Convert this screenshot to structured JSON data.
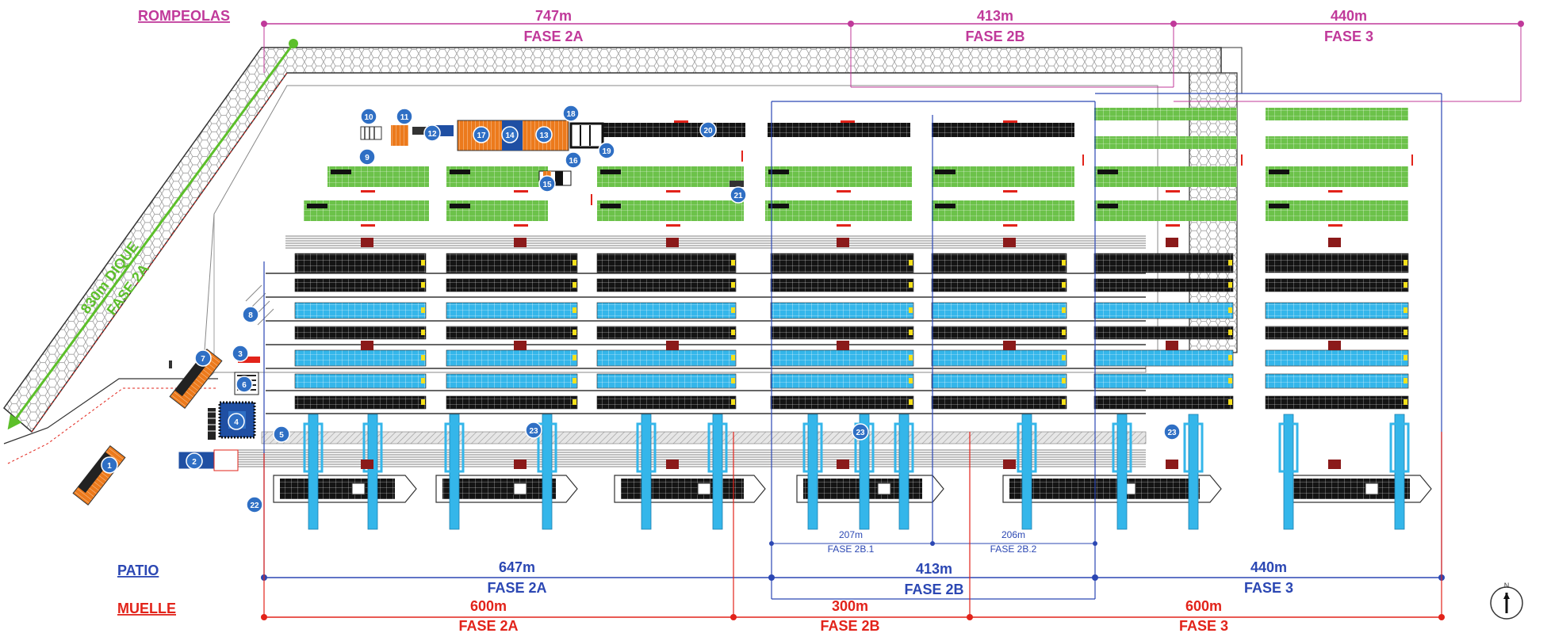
{
  "colors": {
    "rompeolas": "#c0399a",
    "patio": "#2b47b3",
    "muelle": "#e2231a",
    "dique": "#5cbf2a",
    "yard_green": "#6cc24a",
    "yard_blue": "#34b6ea",
    "orange": "#ec7a1c",
    "badge": "#2f6fc4",
    "stack_black": "#141414",
    "hex_gray": "#9a9a9a"
  },
  "rompeolas": {
    "label": "ROMPEOLAS",
    "segments": [
      {
        "length": "747m",
        "phase": "FASE 2A"
      },
      {
        "length": "413m",
        "phase": "FASE 2B"
      },
      {
        "length": "440m",
        "phase": "FASE 3"
      }
    ]
  },
  "dique": {
    "length": "830m DIQUE",
    "phase": "FASE 2A"
  },
  "patio": {
    "label": "PATIO",
    "segments": [
      {
        "length": "647m",
        "phase": "FASE 2A"
      },
      {
        "length": "413m",
        "phase": "FASE 2B"
      },
      {
        "length": "440m",
        "phase": "FASE 3"
      }
    ],
    "sub_segments": [
      {
        "length": "207m",
        "phase": "FASE 2B.1"
      },
      {
        "length": "206m",
        "phase": "FASE 2B.2"
      }
    ]
  },
  "muelle": {
    "label": "MUELLE",
    "segments": [
      {
        "length": "600m",
        "phase": "FASE 2A"
      },
      {
        "length": "300m",
        "phase": "FASE 2B"
      },
      {
        "length": "600m",
        "phase": "FASE 3"
      }
    ]
  },
  "north": "N",
  "badges": [
    "1",
    "2",
    "3",
    "4",
    "5",
    "6",
    "7",
    "8",
    "9",
    "10",
    "11",
    "12",
    "13",
    "14",
    "15",
    "16",
    "17",
    "18",
    "19",
    "20",
    "21",
    "22",
    "23",
    "23",
    "23"
  ]
}
